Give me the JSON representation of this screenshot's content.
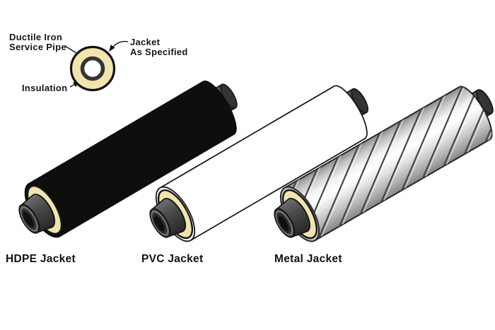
{
  "cross_section": {
    "labels": {
      "service_pipe_line1": "Ductile Iron",
      "service_pipe_line2": "Service Pipe",
      "jacket_line1": "Jacket",
      "jacket_line2": "As Specified",
      "insulation": "Insulation"
    }
  },
  "pipes": [
    {
      "id": "hdpe",
      "label": "HDPE Jacket",
      "jacket_color": "#0e0e0e"
    },
    {
      "id": "pvc",
      "label": "PVC Jacket",
      "jacket_color": "#ffffff"
    },
    {
      "id": "metal",
      "label": "Metal Jacket",
      "jacket_color": "#bdbdbd"
    }
  ],
  "colors": {
    "background": "#ffffff",
    "outline": "#161616",
    "insulation": "#f1e4ad",
    "pipe_fitting": "#4c4c4c",
    "pipe_fitting_dark": "#2c2c2c"
  }
}
